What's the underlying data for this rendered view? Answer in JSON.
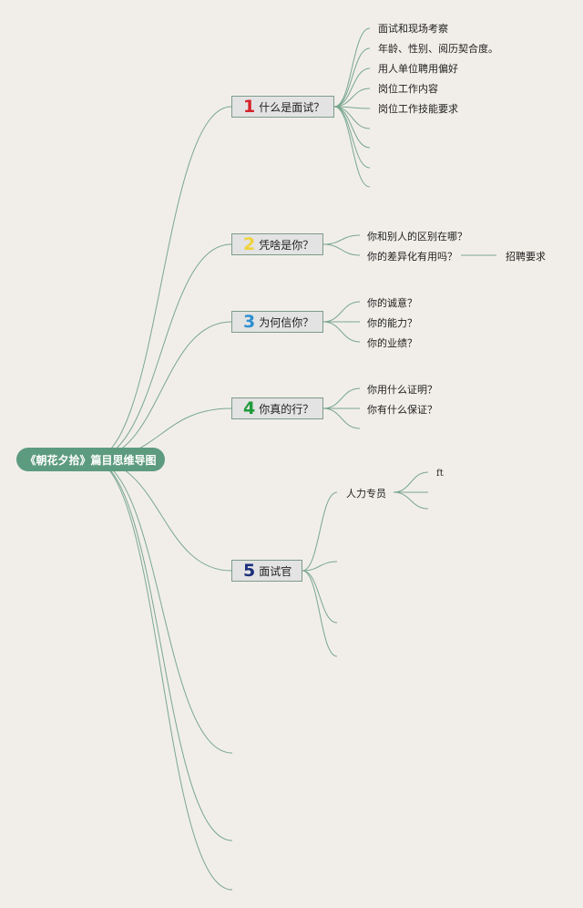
{
  "root": {
    "title": "《朝花夕拾》篇目思维导图"
  },
  "colors": {
    "edge": "#7aa78e",
    "root_bg": "#5d9b7f",
    "num1": "#d4242b",
    "num2": "#f0d23a",
    "num3": "#2f8fd0",
    "num4": "#1f9a3a",
    "num5": "#1c2f7c"
  },
  "branches": [
    {
      "num": "1",
      "label": "什么是面试？",
      "children": [
        "面试和现场考察",
        "年龄、性别、阅历契合度。",
        "用人单位聘用偏好",
        "岗位工作内容",
        "岗位工作技能要求"
      ]
    },
    {
      "num": "2",
      "label": "凭啥是你？",
      "children": [
        "你和别人的区别在哪？",
        "你的差异化有用吗？"
      ],
      "sub": "招聘要求"
    },
    {
      "num": "3",
      "label": "为何信你？",
      "children": [
        "你的诚意？",
        "你的能力？",
        "你的业绩？"
      ]
    },
    {
      "num": "4",
      "label": "你真的行？",
      "children": [
        "你用什么证明？",
        "你有什么保证？"
      ]
    },
    {
      "num": "5",
      "label": "面试官",
      "children": [
        "人力专员"
      ],
      "sub": "ft"
    }
  ]
}
